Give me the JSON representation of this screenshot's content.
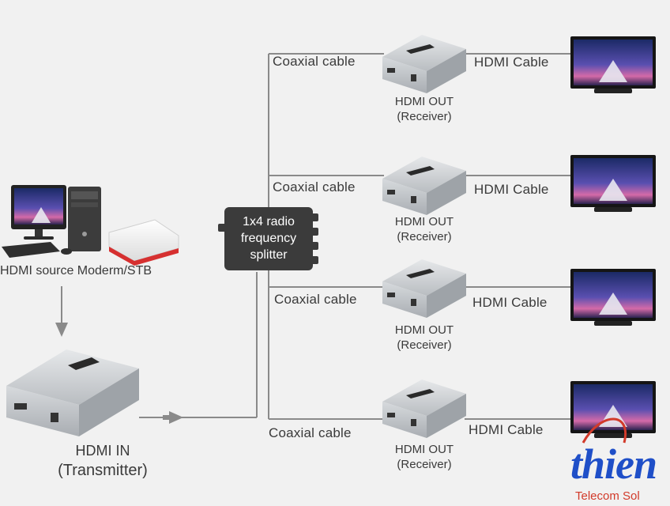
{
  "source": {
    "label": "HDMI source Moderm/STB"
  },
  "transmitter": {
    "line1": "HDMI IN",
    "line2": "(Transmitter)"
  },
  "splitter": {
    "line1": "1x4 radio",
    "line2": "frequency",
    "line3": "splitter"
  },
  "receivers": [
    {
      "cable": "Coaxial cable",
      "out": "HDMI OUT",
      "role": "(Receiver)",
      "hdmi": "HDMI Cable"
    },
    {
      "cable": "Coaxial cable",
      "out": "HDMI OUT",
      "role": "(Receiver)",
      "hdmi": "HDMI Cable"
    },
    {
      "cable": "Coaxial cable",
      "out": "HDMI OUT",
      "role": "(Receiver)",
      "hdmi": "HDMI Cable"
    },
    {
      "cable": "Coaxial cable",
      "out": "HDMI OUT",
      "role": "(Receiver)",
      "hdmi": "HDMI Cable"
    }
  ],
  "watermark": {
    "brand": "thien",
    "tagline": "Telecom Sol"
  },
  "colors": {
    "line": "#8a8a8a",
    "splitter_bg": "#3b3b3b",
    "device_body": "#c9cdd1",
    "brand_blue": "#1f4fc8",
    "brand_red": "#d23a2a"
  }
}
